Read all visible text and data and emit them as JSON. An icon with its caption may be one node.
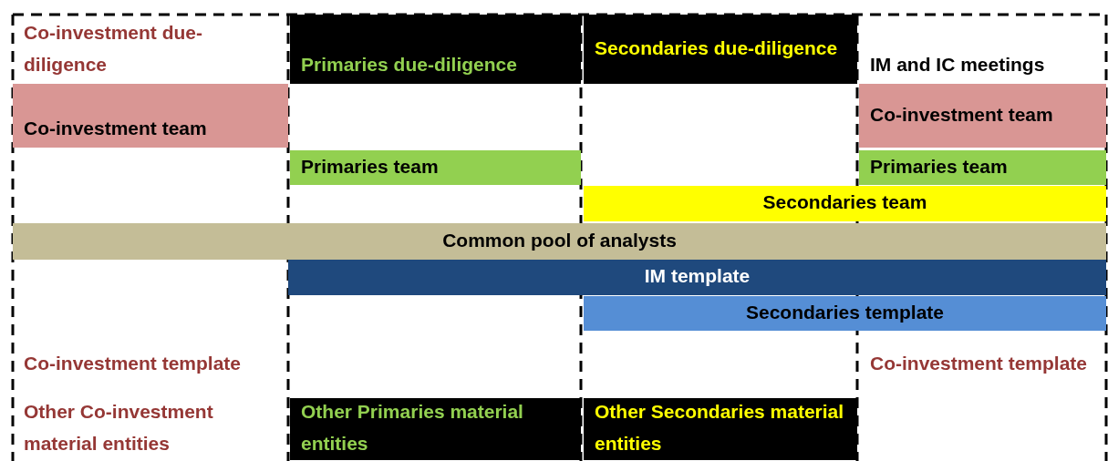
{
  "diagram": {
    "nodes": [
      {
        "text": [
          "Co-investment due-diligence"
        ]
      },
      {
        "text": [
          "Primaries due-diligence"
        ]
      },
      {
        "text": [
          "Secondaries due-diligence"
        ]
      },
      {
        "text": [
          "IM and IC meetings"
        ]
      },
      {
        "text": [
          "Co-investment team"
        ]
      },
      {
        "text": [
          "Co-investment team"
        ]
      },
      {
        "text": [
          "Primaries team"
        ]
      },
      {
        "text": [
          "Primaries team"
        ]
      },
      {
        "text": [
          "Secondaries team"
        ]
      },
      {
        "text": [
          "Common pool of analysts"
        ]
      },
      {
        "text": [
          "IM template"
        ]
      },
      {
        "text": [
          "Secondaries template"
        ]
      },
      {
        "text": [
          "Co-investment template"
        ]
      },
      {
        "text": [
          "Co-investment template"
        ]
      },
      {
        "text": [
          "Other Co-investment material entities"
        ]
      },
      {
        "text": [
          "Other Primaries material entities"
        ]
      },
      {
        "text": [
          "Other Secondaries material entities"
        ]
      }
    ]
  }
}
